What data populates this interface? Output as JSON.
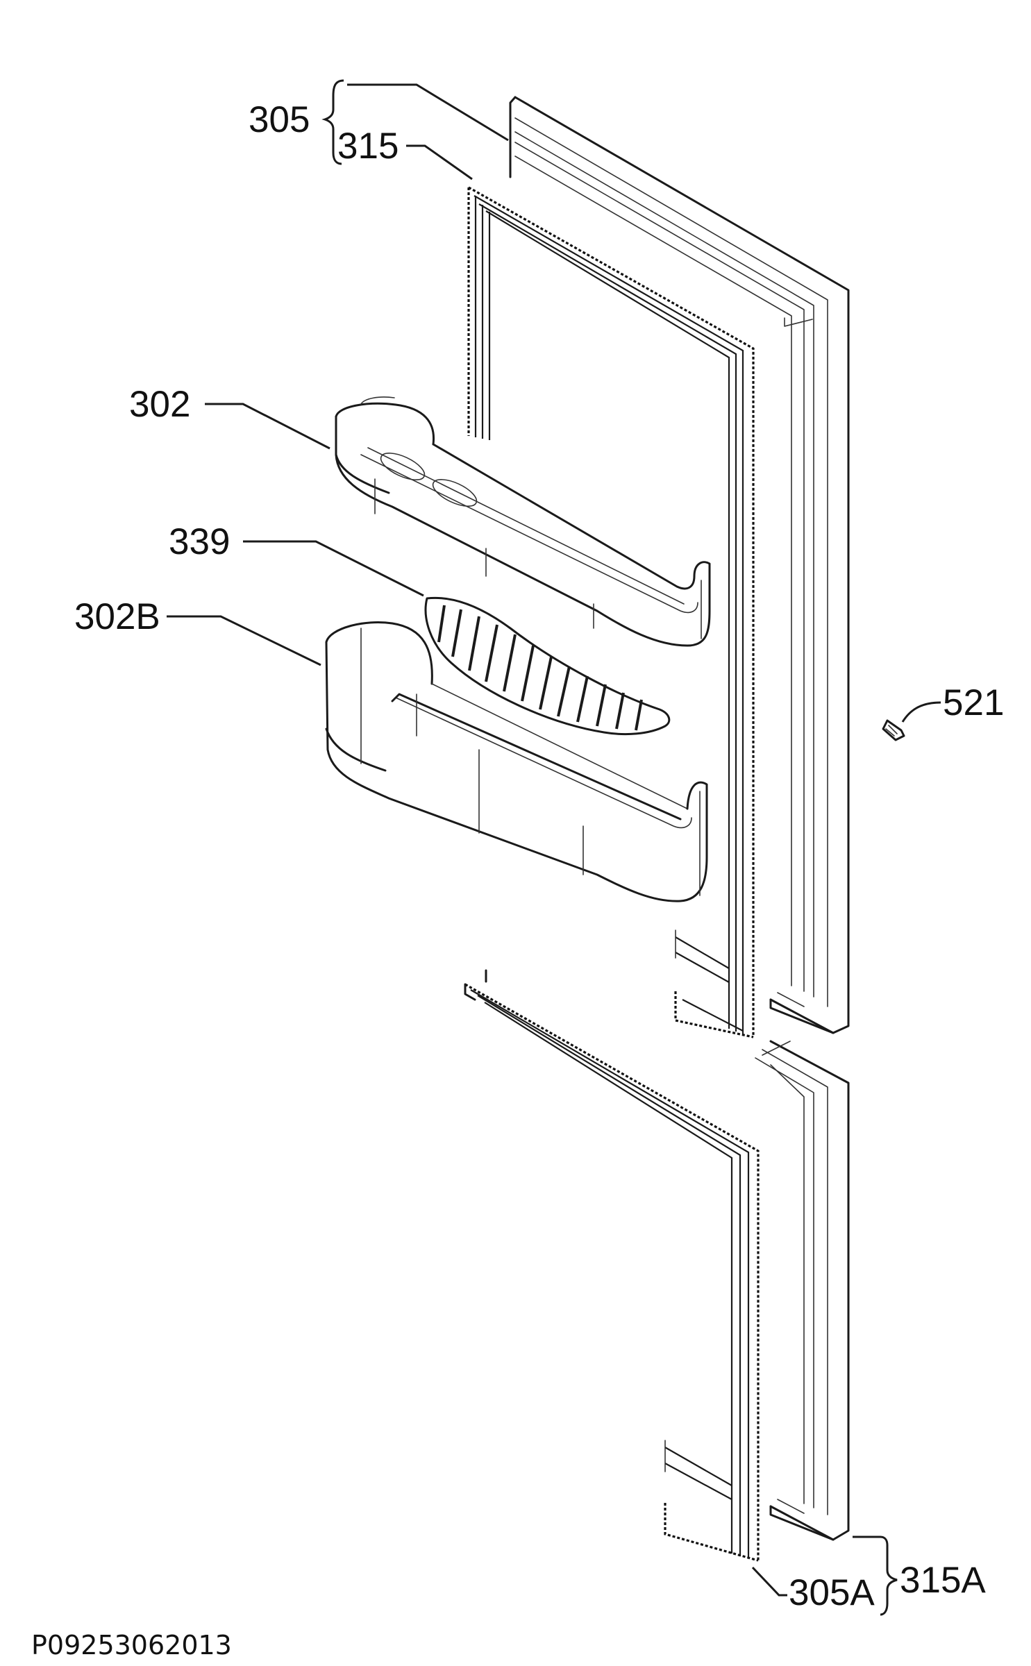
{
  "diagram": {
    "drawing_code": "P09253062013",
    "callouts": {
      "door_upper": "305",
      "gasket_upper": "315",
      "balcony_upper": "302",
      "bottle_retainer": "339",
      "balcony_lower": "302B",
      "screw": "521",
      "door_lower": "305A",
      "gasket_lower": "315A"
    }
  }
}
